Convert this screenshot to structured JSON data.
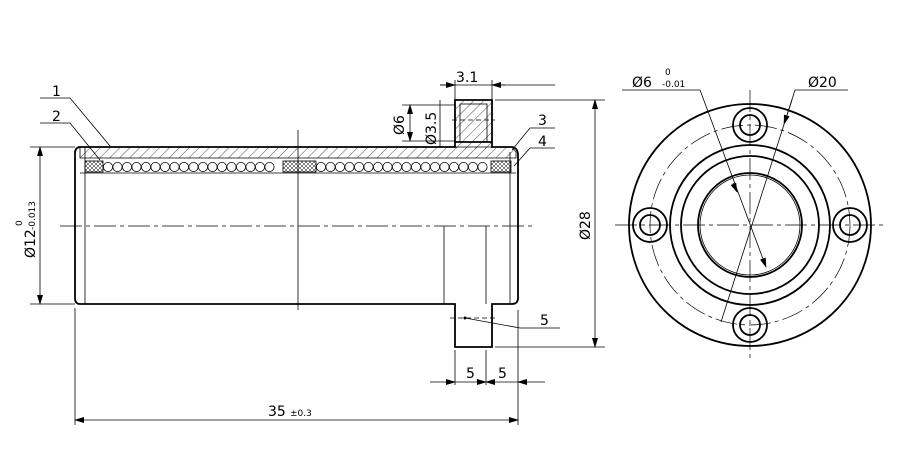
{
  "labels": {
    "part_1": "1",
    "part_2": "2",
    "part_3": "3",
    "part_4": "4",
    "part_5": "5"
  },
  "dimensions": {
    "flange_width": "3.1",
    "bolt_dia": "Ø6",
    "hole_dia": "Ø3.5",
    "bore_dia": "Ø12",
    "bore_tol_upper": "0",
    "bore_tol_lower": "-0.013",
    "flange_dia": "Ø28",
    "flange_thickness": "5",
    "pilot_length": "5",
    "overall_length": "35",
    "overall_tol": "±0.3",
    "shaft_dia": "Ø6",
    "shaft_tol_upper": "0",
    "shaft_tol_lower": "-0.01",
    "body_dia": "Ø20"
  }
}
